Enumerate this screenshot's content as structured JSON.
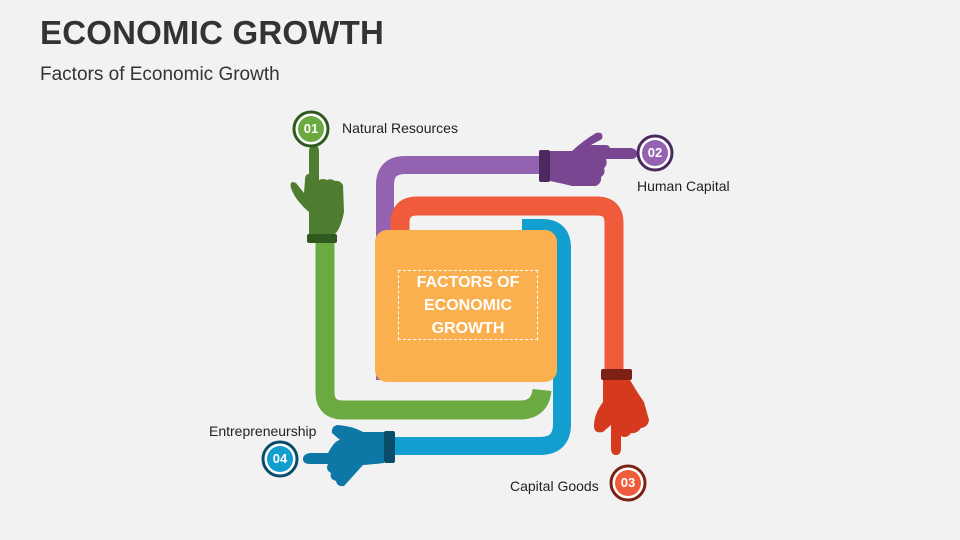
{
  "slide": {
    "title": "ECONOMIC GROWTH",
    "subtitle": "Factors of Economic Growth"
  },
  "center": {
    "label": "FACTORS OF ECONOMIC GROWTH",
    "color": "#fbb04f"
  },
  "factors": [
    {
      "number": "01",
      "label": "Natural Resources",
      "color": "#6aaa41",
      "hand_color": "#4e7d31"
    },
    {
      "number": "02",
      "label": "Human Capital",
      "color": "#9362b0",
      "hand_color": "#7a4691"
    },
    {
      "number": "03",
      "label": "Capital Goods",
      "color": "#f05b3b",
      "hand_color": "#d63a1e"
    },
    {
      "number": "04",
      "label": "Entrepreneurship",
      "color": "#139ed0",
      "hand_color": "#0d77a6"
    }
  ]
}
